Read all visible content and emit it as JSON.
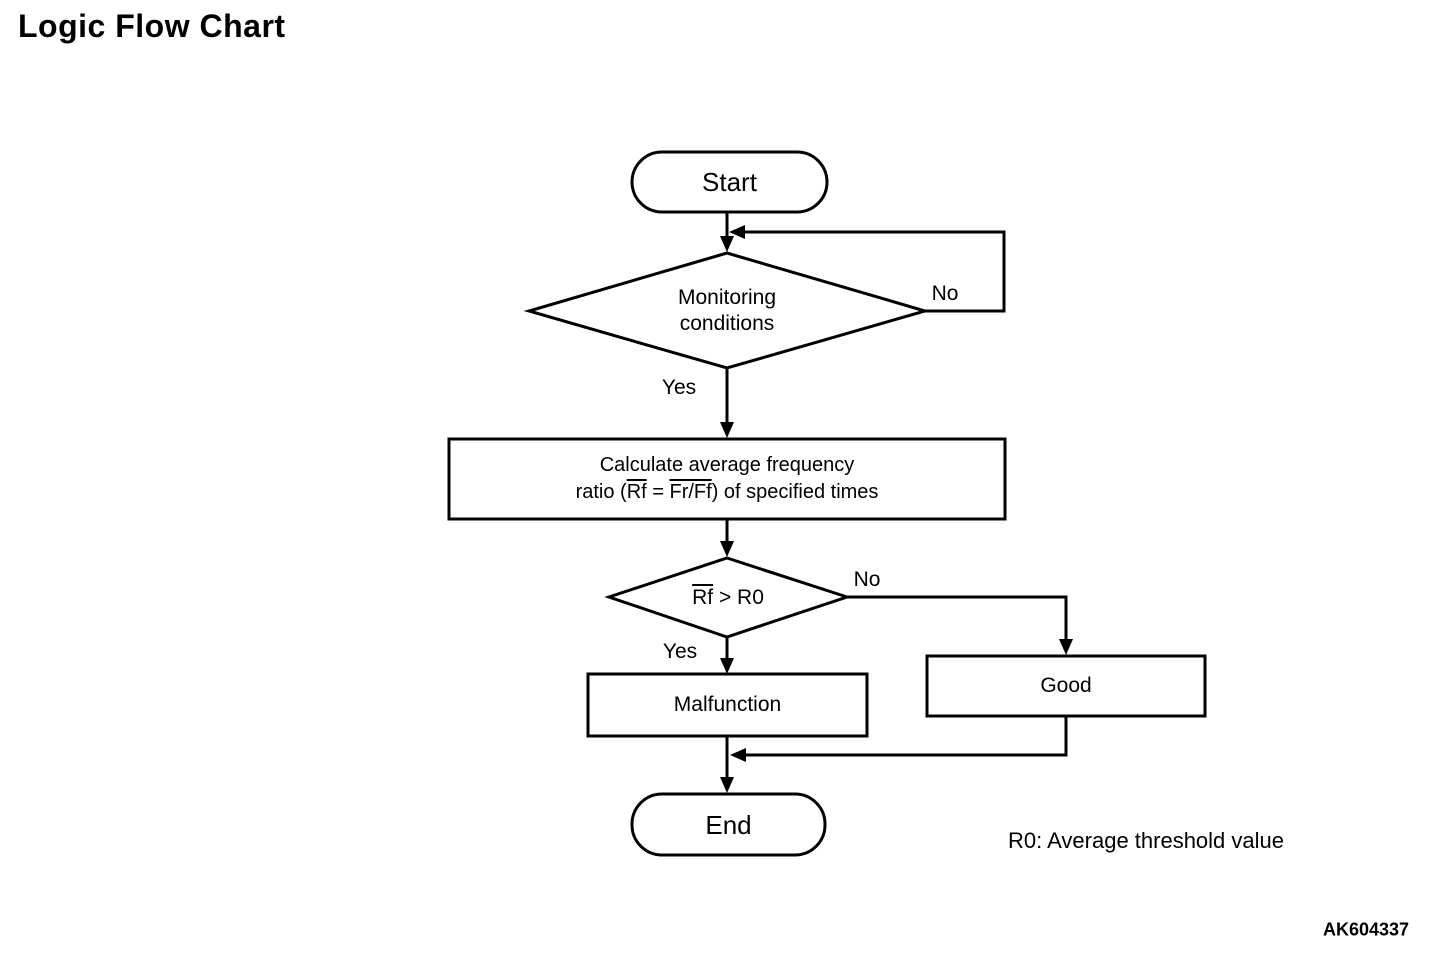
{
  "title": "Logic Flow Chart",
  "figure_code": "AK604337",
  "note": "R0: Average threshold value",
  "nodes": {
    "start": "Start",
    "monitoring": "Monitoring\nconditions",
    "calculate_line1": "Calculate average frequency",
    "calculate_line2_pre": "ratio (",
    "calculate_line2_rf": "Rf",
    "calculate_line2_eq": " = ",
    "calculate_line2_frff": "Fr/Ff",
    "calculate_line2_post": ") of specified times",
    "decision_rf": "Rf",
    "decision_rest": " > R0",
    "malfunction": "Malfunction",
    "good": "Good",
    "end": "End"
  },
  "edges": {
    "monitoring_yes": "Yes",
    "monitoring_no": "No",
    "decision_yes": "Yes",
    "decision_no": "No"
  },
  "flowchart": {
    "structure": [
      {
        "from": "Start",
        "to": "Monitoring conditions"
      },
      {
        "from": "Monitoring conditions",
        "label": "No",
        "to": "Monitoring conditions"
      },
      {
        "from": "Monitoring conditions",
        "label": "Yes",
        "to": "Calculate average frequency ratio (Rf = Fr/Ff) of specified times"
      },
      {
        "from": "Calculate average frequency ratio (Rf = Fr/Ff) of specified times",
        "to": "Rf > R0"
      },
      {
        "from": "Rf > R0",
        "label": "Yes",
        "to": "Malfunction"
      },
      {
        "from": "Rf > R0",
        "label": "No",
        "to": "Good"
      },
      {
        "from": "Malfunction",
        "to": "End"
      },
      {
        "from": "Good",
        "to": "End"
      }
    ]
  },
  "colors": {
    "background": "#ffffff",
    "line": "#000000",
    "text": "#000000"
  }
}
